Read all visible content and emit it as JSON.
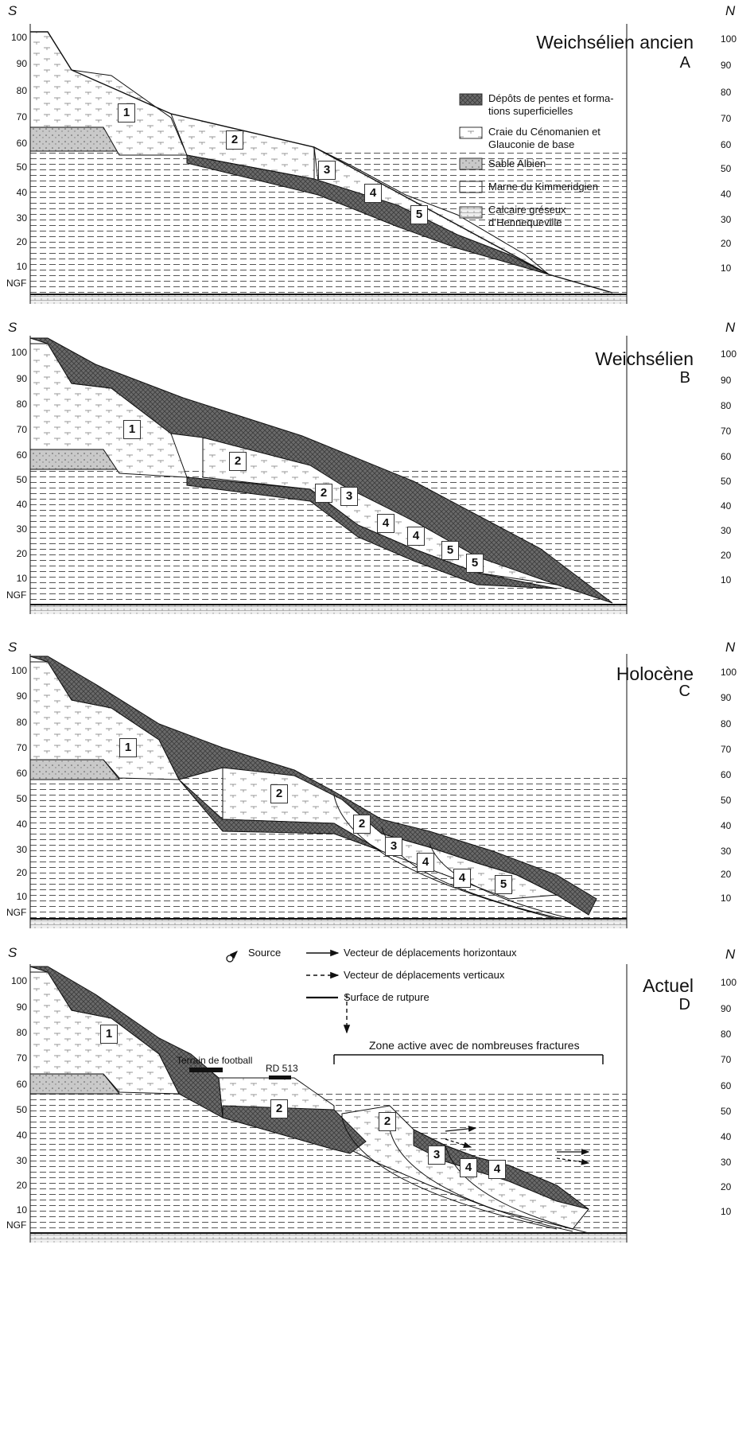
{
  "directions": {
    "south": "S",
    "north": "N"
  },
  "axis": {
    "ticks": [
      "100",
      "90",
      "80",
      "70",
      "60",
      "50",
      "40",
      "30",
      "20",
      "10"
    ],
    "datum": "NGF"
  },
  "panels": [
    {
      "title": "Weichsélien ancien",
      "letter": "A"
    },
    {
      "title": "Weichsélien",
      "letter": "B"
    },
    {
      "title": "Holocène",
      "letter": "C"
    },
    {
      "title": "Actuel",
      "letter": "D"
    }
  ],
  "legend": [
    {
      "label": "Dépôts de pentes et formations superficielles",
      "line1": "Dépôts de pentes et forma-",
      "line2": "tions superficielles"
    },
    {
      "label": "Craie du Cénomanien et Glauconie de base",
      "line1": "Craie du Cénomanien et",
      "line2": "Glauconie de  base"
    },
    {
      "label": "Sable Albien",
      "line1": "Sable Albien",
      "line2": ""
    },
    {
      "label": "Marne du Kimmeridgien",
      "line1": "Marne du Kimmeridgien",
      "line2": ""
    },
    {
      "label": "Calcaire gréseux d'Hennequeville",
      "line1": "Calcaire gréseux",
      "line2": "d’Hennequeville"
    }
  ],
  "legend_d": {
    "source": "Source",
    "horizontal": "Vecteur de déplacements horizontaux",
    "vertical": "Vecteur de déplacements verticaux",
    "rupture": "Surface de rutpure"
  },
  "annotations_d": {
    "football": "Terrain de football",
    "road": "RD 513",
    "zone": "Zone active avec de nombreuses fractures"
  },
  "block_labels": {
    "a": [
      "1",
      "2",
      "3",
      "4",
      "5"
    ],
    "b": [
      "1",
      "2",
      "2",
      "3",
      "4",
      "4",
      "5",
      "5"
    ],
    "c": [
      "1",
      "2",
      "2",
      "3",
      "4",
      "4",
      "5"
    ],
    "d": [
      "1",
      "2",
      "2",
      "3",
      "4",
      "4"
    ]
  },
  "colors": {
    "slope_deposit": "#5a5a5a",
    "sand": "#c8c8c8",
    "chalk": "#ffffff",
    "line": "#111111"
  }
}
